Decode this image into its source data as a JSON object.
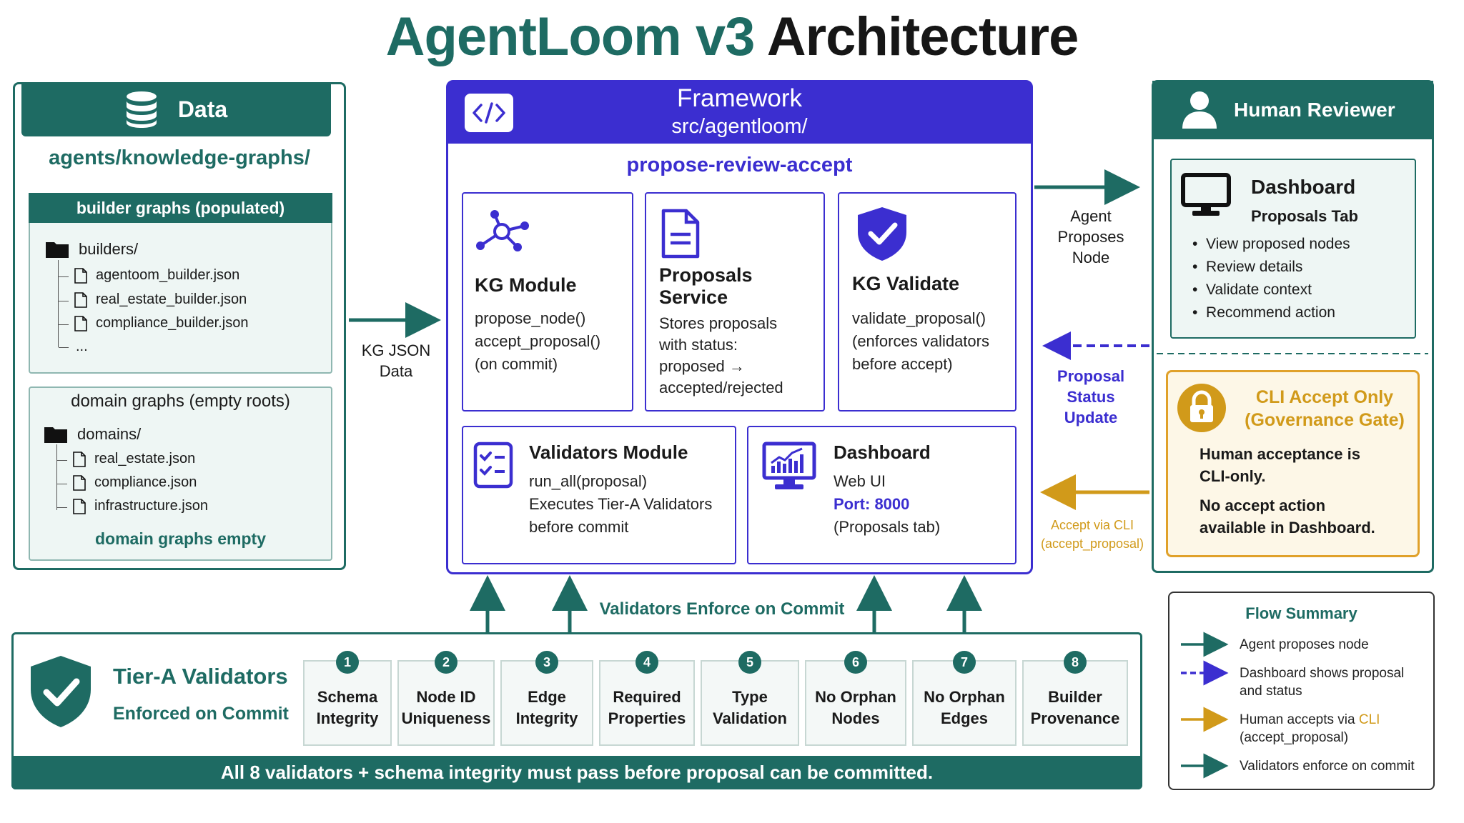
{
  "title": {
    "part1": "AgentLoom v3",
    "part2": "Architecture"
  },
  "data_panel": {
    "header": "Data",
    "path": "agents/knowledge-graphs/",
    "builder": {
      "heading": "builder graphs (populated)",
      "folder": "builders/",
      "files": [
        "agentoom_builder.json",
        "real_estate_builder.json",
        "compliance_builder.json"
      ],
      "more": "..."
    },
    "domain": {
      "heading": "domain graphs (empty roots)",
      "folder": "domains/",
      "files": [
        "real_estate.json",
        "compliance.json",
        "infrastructure.json"
      ],
      "footer": "domain graphs empty"
    }
  },
  "arrows": {
    "kg_json": [
      "KG JSON",
      "Data"
    ],
    "agent_proposes": [
      "Agent",
      "Proposes",
      "Node"
    ],
    "status_update": [
      "Proposal",
      "Status",
      "Update"
    ],
    "accept_cli": [
      "Accept via CLI",
      "(accept_proposal)"
    ],
    "validators_enforce": "Validators Enforce on Commit"
  },
  "framework": {
    "title": "Framework",
    "path": "src/agentloom/",
    "flow": "propose-review-accept",
    "kg_module": {
      "title": "KG Module",
      "lines": [
        "propose_node()",
        "accept_proposal()",
        "(on commit)"
      ]
    },
    "proposals": {
      "title": [
        "Proposals",
        "Service"
      ],
      "lines": [
        "Stores proposals",
        "with status:",
        "proposed →",
        "accepted/rejected"
      ]
    },
    "kg_validate": {
      "title": "KG Validate",
      "lines": [
        "validate_proposal()",
        "(enforces validators",
        "before accept)"
      ]
    },
    "validators_module": {
      "title": "Validators Module",
      "lines": [
        "run_all(proposal)",
        "Executes Tier-A Validators",
        "before commit"
      ]
    },
    "dashboard": {
      "title": "Dashboard",
      "line1": "Web UI",
      "port": "Port: 8000",
      "line3": "(Proposals tab)"
    }
  },
  "reviewer": {
    "header": "Human Reviewer",
    "dashboard": {
      "title": "Dashboard",
      "subtitle": "Proposals Tab",
      "bullets": [
        "View proposed nodes",
        "Review details",
        "Validate context",
        "Recommend action"
      ]
    },
    "gate": {
      "title": [
        "CLI Accept Only",
        "(Governance Gate)"
      ],
      "text1": [
        "Human acceptance is",
        "CLI-only."
      ],
      "text2": [
        "No accept action",
        "available in Dashboard."
      ]
    }
  },
  "validators": {
    "title": "Tier-A Validators",
    "subtitle": "Enforced on Commit",
    "items": [
      {
        "num": "1",
        "label": [
          "Schema",
          "Integrity"
        ]
      },
      {
        "num": "2",
        "label": [
          "Node ID",
          "Uniqueness"
        ]
      },
      {
        "num": "3",
        "label": [
          "Edge",
          "Integrity"
        ]
      },
      {
        "num": "4",
        "label": [
          "Required",
          "Properties"
        ]
      },
      {
        "num": "5",
        "label": [
          "Type",
          "Validation"
        ]
      },
      {
        "num": "6",
        "label": [
          "No Orphan",
          "Nodes"
        ]
      },
      {
        "num": "7",
        "label": [
          "No Orphan",
          "Edges"
        ]
      },
      {
        "num": "8",
        "label": [
          "Builder",
          "Provenance"
        ]
      }
    ],
    "footer": "All 8 validators + schema integrity must pass before proposal can be committed."
  },
  "flow_summary": {
    "title": "Flow Summary",
    "items": [
      {
        "text": "Agent proposes node"
      },
      {
        "text": [
          "Dashboard shows proposal",
          "and status"
        ]
      },
      {
        "text_a": "Human accepts via ",
        "text_b": "CLI",
        "text_c": "(accept_proposal)"
      },
      {
        "text": "Validators enforce on commit"
      }
    ]
  },
  "colors": {
    "teal": "#1e6b63",
    "indigo": "#3b2ed0",
    "gold": "#d19a1a"
  }
}
